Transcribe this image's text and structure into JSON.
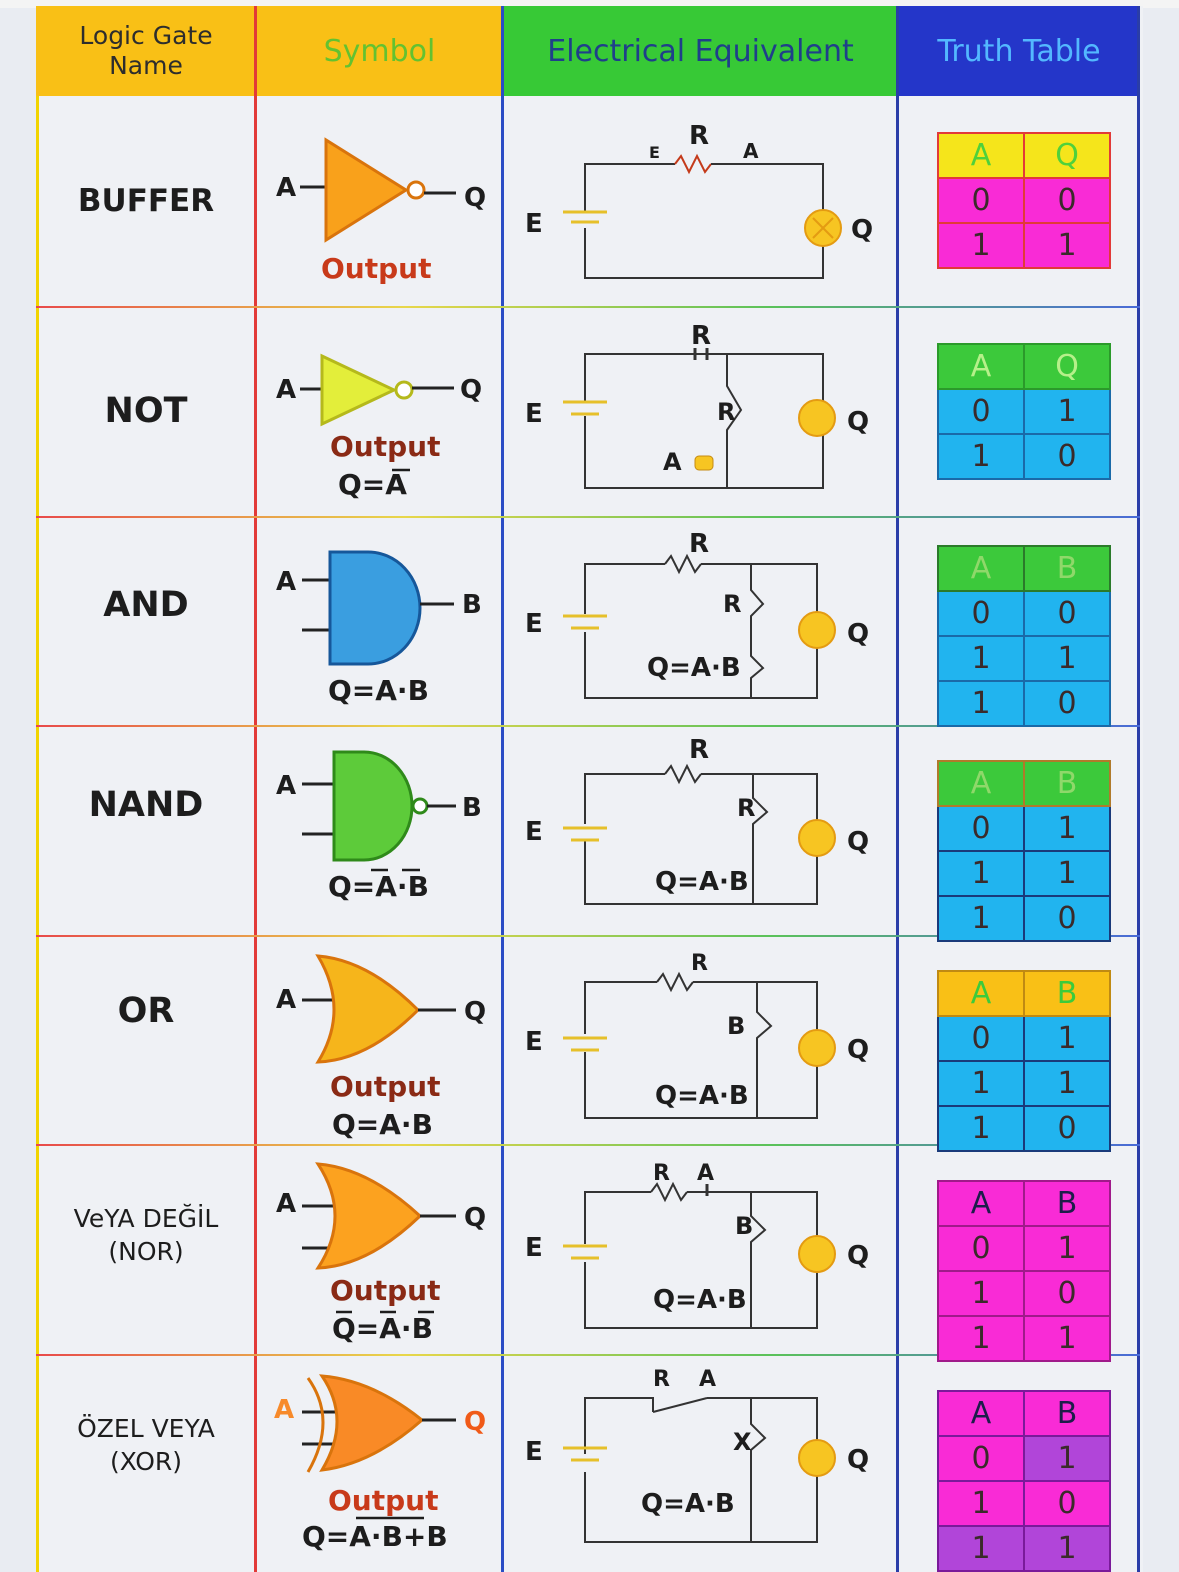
{
  "header": {
    "name": "Logic Gate\nName",
    "symbol": "Symbol",
    "electrical": "Electrical Equivalent",
    "truth": "Truth Table"
  },
  "rows": [
    {
      "name": "BUFFER",
      "sym_in": "A",
      "sym_out": "Q",
      "caption1": "Output",
      "caption2": "",
      "circuit": {
        "E": "E",
        "R": "R",
        "small_e": "E",
        "node": "A",
        "switch": "",
        "switch2": "",
        "formula": "",
        "Q": "Q"
      },
      "truth": {
        "head": [
          "A",
          "Q"
        ],
        "rows": [
          [
            "0",
            "0"
          ],
          [
            "1",
            "1"
          ]
        ]
      }
    },
    {
      "name": "NOT",
      "sym_in": "A",
      "sym_out": "Q",
      "caption1": "Output",
      "caption2": "Q=A",
      "circuit": {
        "E": "E",
        "R": "R",
        "small_e": "",
        "node": "",
        "switch": "R",
        "switch2": "A",
        "formula": "",
        "Q": "Q"
      },
      "truth": {
        "head": [
          "A",
          "Q"
        ],
        "rows": [
          [
            "0",
            "1"
          ],
          [
            "1",
            "0"
          ]
        ]
      }
    },
    {
      "name": "AND",
      "sym_in": "A",
      "sym_out": "B",
      "caption1": "",
      "caption2": "Q=A·B",
      "circuit": {
        "E": "E",
        "R": "R",
        "small_e": "",
        "node": "",
        "switch": "R",
        "switch2": "",
        "formula": "Q=A·B",
        "Q": "Q"
      },
      "truth": {
        "head": [
          "A",
          "B"
        ],
        "rows": [
          [
            "0",
            "0"
          ],
          [
            "1",
            "1"
          ],
          [
            "1",
            "0"
          ]
        ]
      }
    },
    {
      "name": "NAND",
      "sym_in": "A",
      "sym_out": "B",
      "caption1": "",
      "caption2": "Q=A·B",
      "circuit": {
        "E": "E",
        "R": "R",
        "small_e": "",
        "node": "",
        "switch": "R",
        "switch2": "",
        "formula": "Q=A·B",
        "Q": "Q"
      },
      "truth": {
        "head": [
          "A",
          "B"
        ],
        "rows": [
          [
            "0",
            "1"
          ],
          [
            "1",
            "1"
          ],
          [
            "1",
            "0"
          ]
        ]
      }
    },
    {
      "name": "OR",
      "sym_in": "A",
      "sym_out": "Q",
      "caption1": "Output",
      "caption2": "Q=A·B",
      "circuit": {
        "E": "E",
        "R": "R",
        "small_e": "",
        "node": "",
        "switch": "B",
        "switch2": "",
        "formula": "Q=A·B",
        "Q": "Q"
      },
      "truth": {
        "head": [
          "A",
          "B"
        ],
        "rows": [
          [
            "0",
            "1"
          ],
          [
            "1",
            "1"
          ],
          [
            "1",
            "0"
          ]
        ]
      }
    },
    {
      "name": "VeYA DEĞİL",
      "name2": "(NOR)",
      "sym_in": "A",
      "sym_out": "Q",
      "caption1": "Output",
      "caption2": "Q=A·B",
      "circuit": {
        "E": "E",
        "R": "R",
        "small_e": "",
        "node": "A",
        "switch": "B",
        "switch2": "",
        "formula": "Q=A·B",
        "Q": "Q"
      },
      "truth": {
        "head": [
          "A",
          "B"
        ],
        "rows": [
          [
            "0",
            "1"
          ],
          [
            "1",
            "0"
          ],
          [
            "1",
            "1"
          ]
        ]
      }
    },
    {
      "name": "ÖZEL VEYA",
      "name2": "(XOR)",
      "sym_in": "A",
      "sym_out": "Q",
      "caption1": "Output",
      "caption2": "Q=A·B+B",
      "circuit": {
        "E": "E",
        "R": "R",
        "small_e": "",
        "node": "A",
        "switch": "X",
        "switch2": "",
        "formula": "Q=A·B",
        "Q": "Q"
      },
      "truth": {
        "head": [
          "A",
          "B"
        ],
        "rows": [
          [
            "0",
            "1"
          ],
          [
            "1",
            "0"
          ],
          [
            "1",
            "1"
          ]
        ]
      }
    }
  ],
  "colors": {
    "header_name": "#f9c016",
    "header_symbol": "#f9c016",
    "header_electrical": "#37c936",
    "header_truth": "#2436c9",
    "buffer_gate": "#f9a11b",
    "not_gate": "#e3ee3a",
    "and_gate": "#3a9ee0",
    "nand_gate": "#5dcb3a",
    "or_gate": "#f6b51b",
    "nor_gate": "#fca21f",
    "xor_gate": "#f98a26",
    "tt_yellow": "#f5e51b",
    "tt_magenta": "#f92bd6",
    "tt_green": "#3cc93b",
    "tt_cyan": "#21b4ef",
    "tt_purple": "#b145d9",
    "lamp": "#f7c522"
  }
}
